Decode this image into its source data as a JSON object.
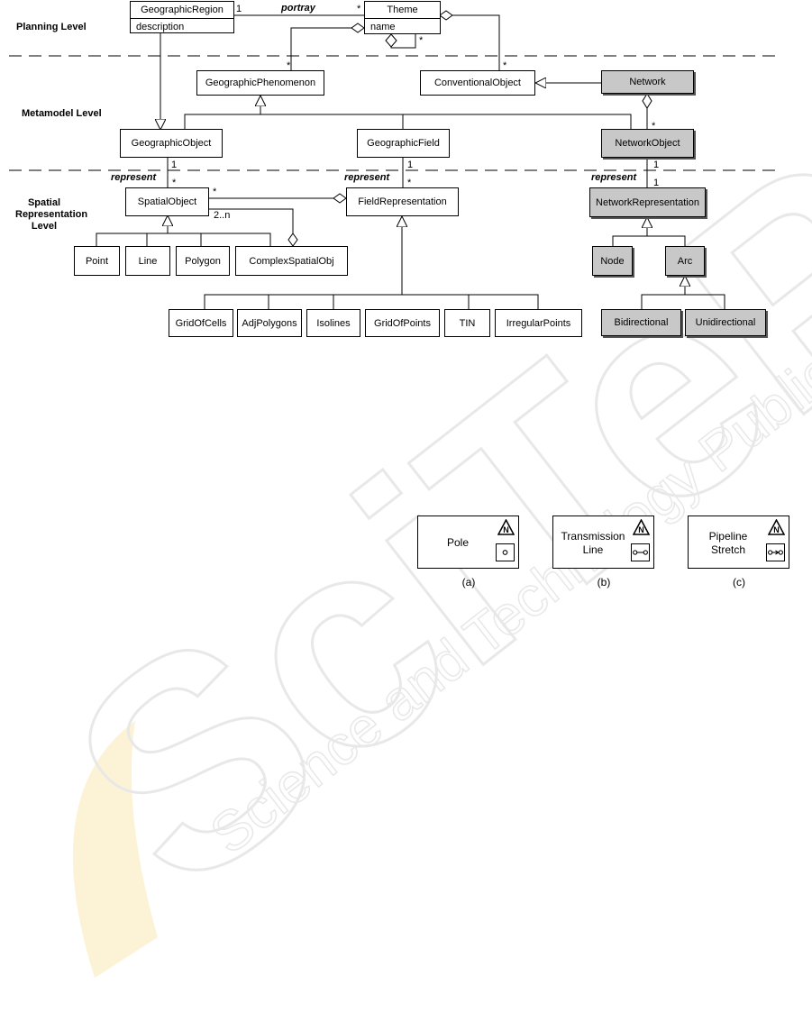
{
  "levels": {
    "planning": "Planning Level",
    "metamodel": "Metamodel Level",
    "spatial": "Spatial\nRepresentation\nLevel"
  },
  "classes": {
    "geographic_region": {
      "name": "GeographicRegion",
      "attribute": "description"
    },
    "theme": {
      "name": "Theme",
      "attribute": "name"
    },
    "geographic_phenomenon": "GeographicPhenomenon",
    "conventional_object": "ConventionalObject",
    "network": "Network",
    "geographic_object": "GeographicObject",
    "geographic_field": "GeographicField",
    "network_object": "NetworkObject",
    "spatial_object": "SpatialObject",
    "field_representation": "FieldRepresentation",
    "network_representation": "NetworkRepresentation",
    "point": "Point",
    "line": "Line",
    "polygon": "Polygon",
    "complex_spatial_obj": "ComplexSpatialObj",
    "node": "Node",
    "arc": "Arc",
    "bidirectional": "Bidirectional",
    "unidirectional": "Unidirectional",
    "grid_of_cells": "GridOfCells",
    "adj_polygons": "AdjPolygons",
    "isolines": "Isolines",
    "grid_of_points": "GridOfPoints",
    "tin": "TIN",
    "irregular_points": "IrregularPoints"
  },
  "associations": {
    "portray": "portray",
    "represent": "represent"
  },
  "multiplicities": {
    "one": "1",
    "many": "*",
    "two_to_n": "2..n"
  },
  "symbols": [
    {
      "name": "Pole",
      "caption": "(a)",
      "glyph": "node-symbol",
      "badge": "N"
    },
    {
      "name": "Transmission\nLine",
      "caption": "(b)",
      "glyph": "undirected-arc-symbol",
      "badge": "N"
    },
    {
      "name": "Pipeline\nStretch",
      "caption": "(c)",
      "glyph": "directed-arc-symbol",
      "badge": "N"
    }
  ],
  "watermark": {
    "brand": "SciTePress",
    "tagline": "Science and Technology Publications"
  },
  "colors": {
    "network_class_fill": "#c8c8c8",
    "watermark": "#ededed",
    "watermark_logo": "#fbecc4"
  }
}
